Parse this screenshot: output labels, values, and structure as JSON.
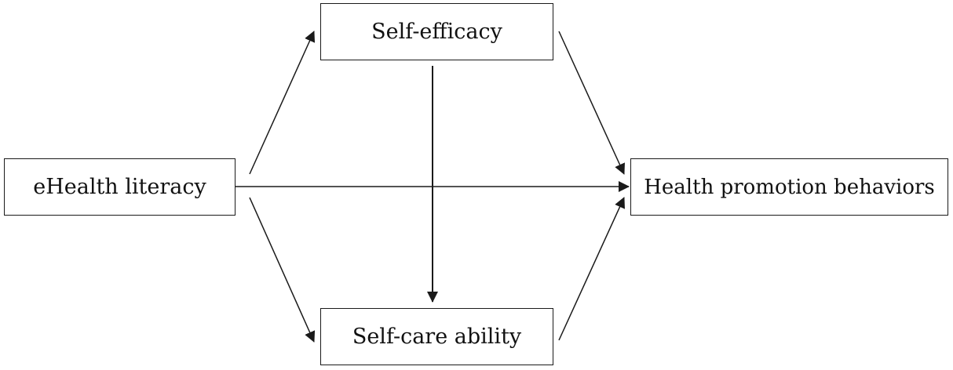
{
  "nodes": {
    "ehealth": {
      "label": "eHealth literacy"
    },
    "self_efficacy": {
      "label": "Self-efficacy"
    },
    "self_care": {
      "label": "Self-care ability"
    },
    "health_promotion": {
      "label": "Health promotion behaviors"
    }
  },
  "edges": [
    {
      "from": "ehealth",
      "to": "self_efficacy"
    },
    {
      "from": "ehealth",
      "to": "self_care"
    },
    {
      "from": "ehealth",
      "to": "health_promotion"
    },
    {
      "from": "self_efficacy",
      "to": "self_care"
    },
    {
      "from": "self_efficacy",
      "to": "health_promotion"
    },
    {
      "from": "self_care",
      "to": "health_promotion"
    }
  ],
  "colors": {
    "stroke": "#1a1a1a",
    "text": "#111111",
    "background": "#ffffff"
  }
}
